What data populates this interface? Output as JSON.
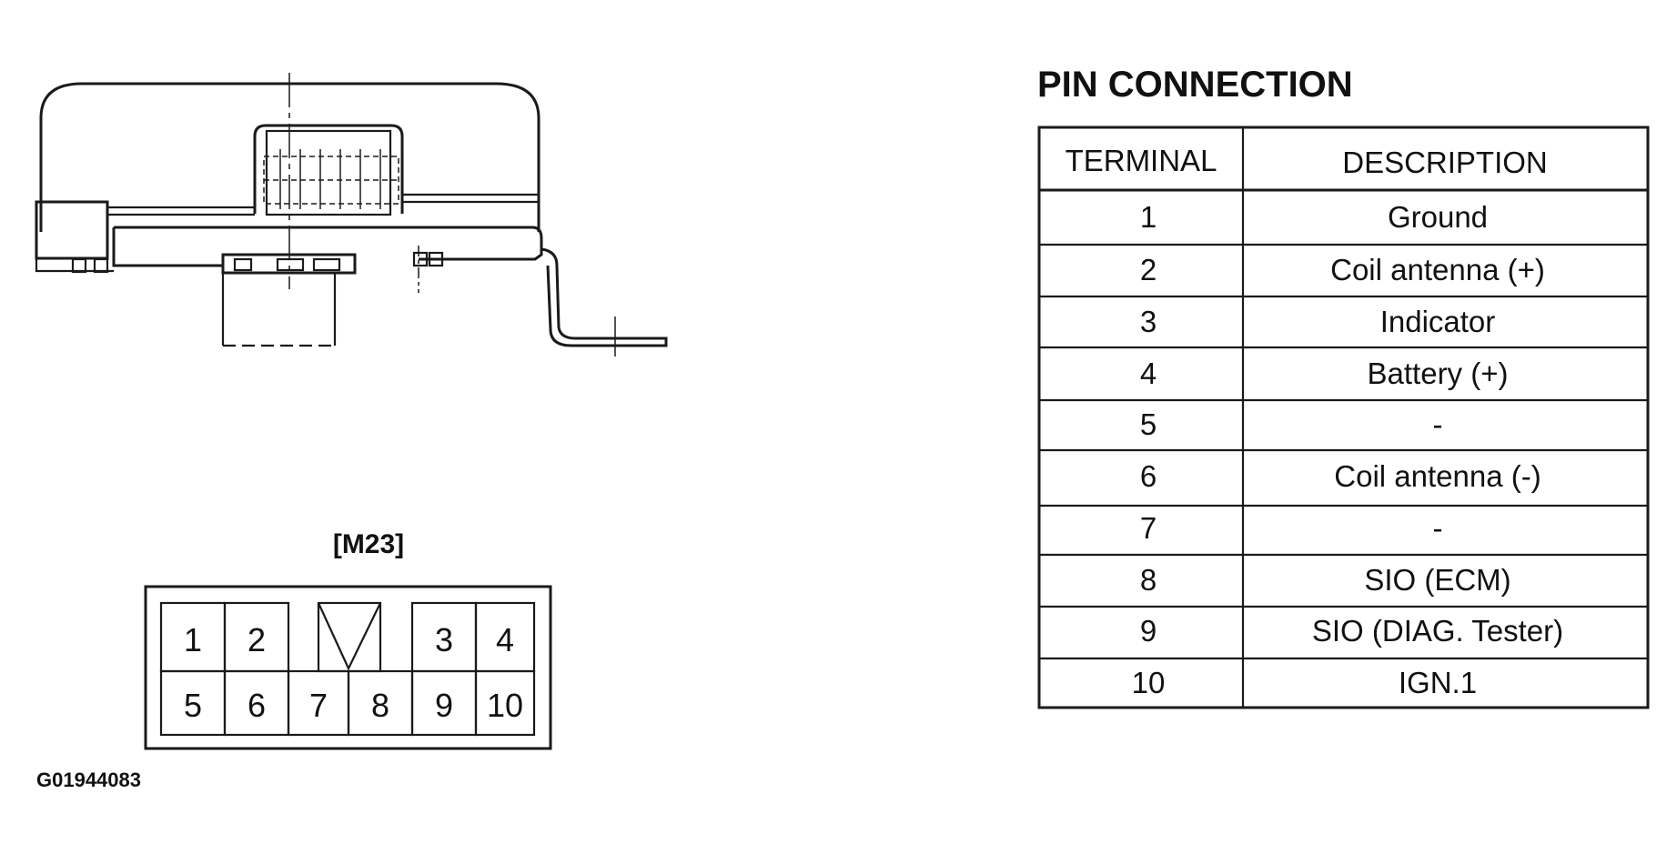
{
  "diagram": {
    "connector_label": "[M23]",
    "figure_id": "G01944083",
    "connector_pins": {
      "top_row": [
        "1",
        "2",
        "3",
        "4"
      ],
      "bottom_row": [
        "5",
        "6",
        "7",
        "8",
        "9",
        "10"
      ]
    }
  },
  "pin_connection": {
    "title": "PIN CONNECTION",
    "headers": {
      "terminal": "TERMINAL",
      "description": "DESCRIPTION"
    },
    "rows": [
      {
        "terminal": "1",
        "description": "Ground"
      },
      {
        "terminal": "2",
        "description": "Coil antenna (+)"
      },
      {
        "terminal": "3",
        "description": "Indicator"
      },
      {
        "terminal": "4",
        "description": "Battery (+)"
      },
      {
        "terminal": "5",
        "description": "-"
      },
      {
        "terminal": "6",
        "description": "Coil antenna (-)"
      },
      {
        "terminal": "7",
        "description": "-"
      },
      {
        "terminal": "8",
        "description": "SIO (ECM)"
      },
      {
        "terminal": "9",
        "description": "SIO (DIAG. Tester)"
      },
      {
        "terminal": "10",
        "description": "IGN.1"
      }
    ]
  }
}
